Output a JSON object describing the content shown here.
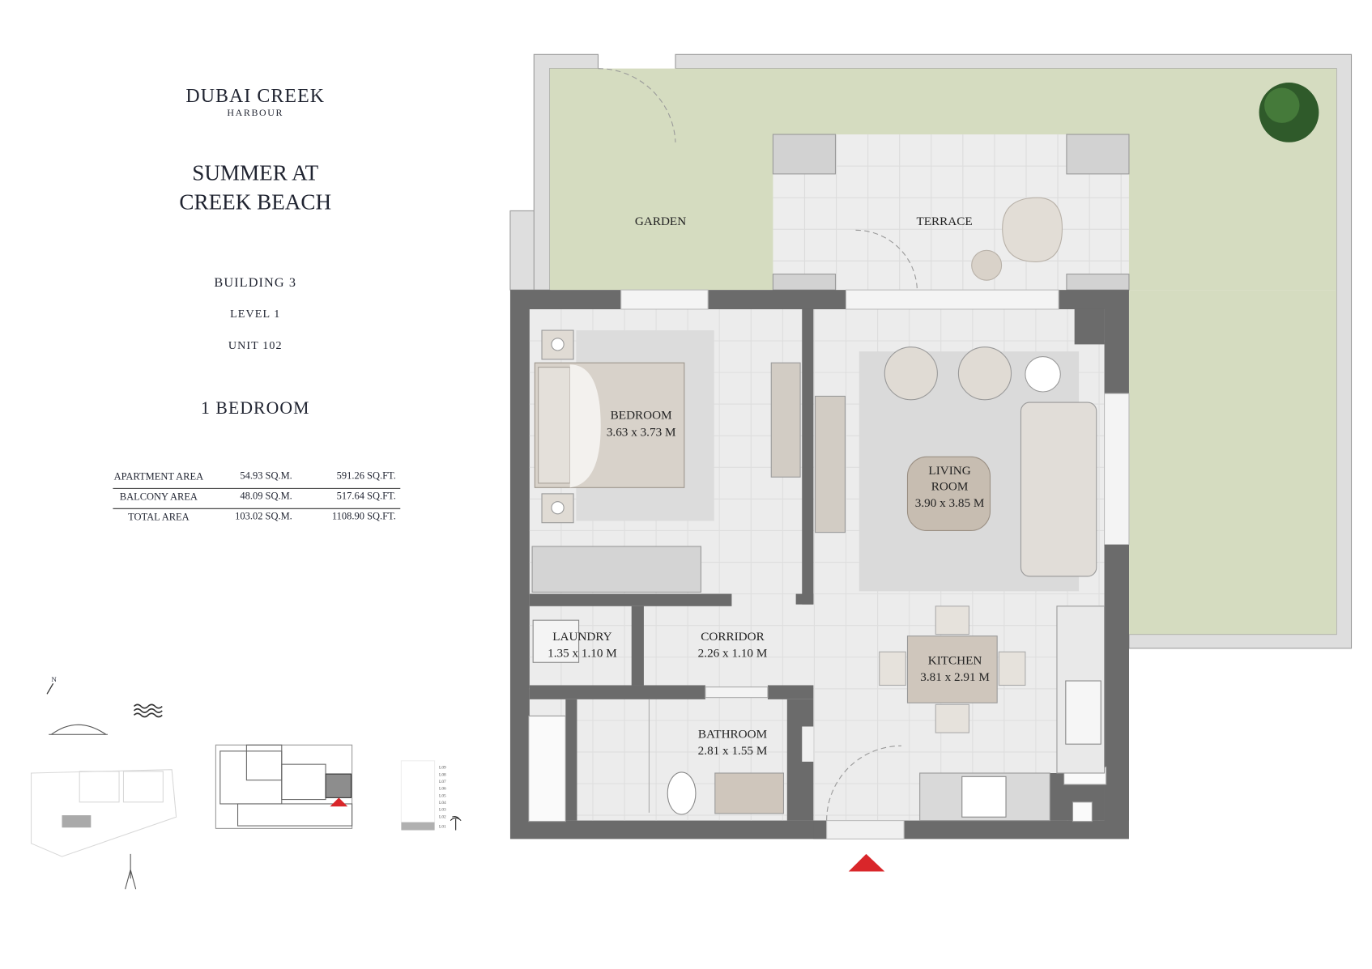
{
  "brand": {
    "name": "DUBAI CREEK",
    "sub": "HARBOUR"
  },
  "project": {
    "line1": "SUMMER AT",
    "line2": "CREEK BEACH"
  },
  "building": "BUILDING 3",
  "level": "LEVEL 1",
  "unit": "UNIT 102",
  "unit_type": "1 BEDROOM",
  "areas": [
    {
      "label": "APARTMENT AREA",
      "sqm": "54.93 SQ.M.",
      "sqft": "591.26 SQ.FT."
    },
    {
      "label": "BALCONY AREA",
      "sqm": "48.09 SQ.M.",
      "sqft": "517.64 SQ.FT."
    },
    {
      "label": "TOTAL AREA",
      "sqm": "103.02 SQ.M.",
      "sqft": "1108.90  SQ.FT."
    }
  ],
  "north_label": "N",
  "levels": [
    "L09",
    "L08",
    "L07",
    "L06",
    "L05",
    "L04",
    "L03",
    "L02",
    "L01"
  ],
  "current_level": "L01",
  "rooms": {
    "garden": {
      "name": "GARDEN"
    },
    "terrace": {
      "name": "TERRACE"
    },
    "bedroom": {
      "name": "BEDROOM",
      "size": "3.63 x 3.73 M"
    },
    "living": {
      "name1": "LIVING",
      "name2": "ROOM",
      "size": "3.90 x 3.85 M"
    },
    "laundry": {
      "name": "LAUNDRY",
      "size": "1.35 x 1.10 M"
    },
    "corridor": {
      "name": "CORRIDOR",
      "size": "2.26 x 1.10 M"
    },
    "kitchen": {
      "name": "KITCHEN",
      "size": "3.81 x 2.91 M"
    },
    "bathroom": {
      "name": "BATHROOM",
      "size": "2.81 x 1.55 M"
    }
  },
  "colors": {
    "wall": "#6b6b6b",
    "garden": "#d5dcc0",
    "floor": "#ececec",
    "furniture": "#cfc8bf",
    "entry_marker": "#d9262a",
    "tree": "#2f5a2a"
  }
}
